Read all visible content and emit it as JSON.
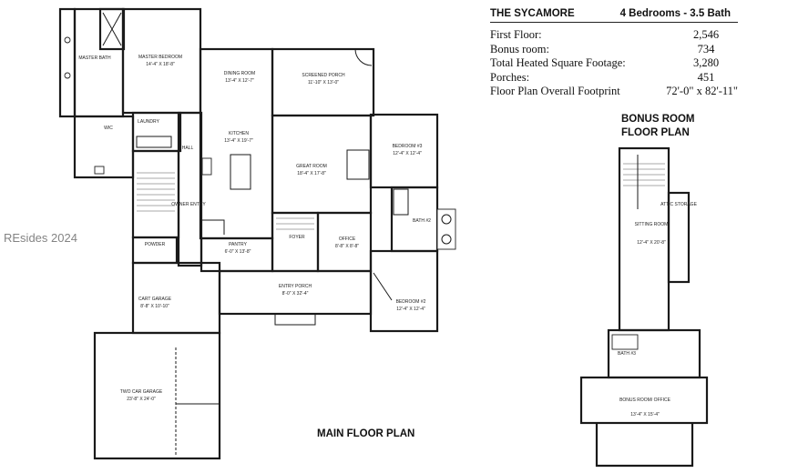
{
  "title_block": {
    "name": "THE SYCAMORE",
    "beds_baths": "4 Bedrooms  -  3.5 Bath",
    "rows": [
      {
        "label": "First Floor:",
        "value": "2,546"
      },
      {
        "label": "Bonus room:",
        "value": "734"
      },
      {
        "label": "Total Heated Square Footage:",
        "value": "3,280"
      },
      {
        "label": "Porches:",
        "value": "451"
      },
      {
        "label": "Floor Plan Overall Footprint",
        "value": "72'-0\" x 82'-11\""
      }
    ]
  },
  "plan_titles": {
    "bonus_line1": "BONUS ROOM",
    "bonus_line2": "FLOOR PLAN",
    "main": "MAIN FLOOR PLAN"
  },
  "watermark": "REsides 2024",
  "rooms": {
    "master_bath": "MASTER BATH",
    "master_bedroom": "MASTER BEDROOM",
    "master_bedroom_dim": "14'-4\" X 18'-8\"",
    "wic": "WIC",
    "laundry": "LAUNDRY",
    "hall": "HALL",
    "dining_room": "DINING ROOM",
    "dining_room_dim": "13'-4\" X 12'-7\"",
    "screened_porch": "SCREENED PORCH",
    "screened_porch_dim": "11'-10\" X 13'-0\"",
    "kitchen": "KITCHEN",
    "kitchen_dim": "13'-4\" X 19'-7\"",
    "great_room": "GREAT ROOM",
    "great_room_dim": "18'-4\" X 17'-8\"",
    "bedroom3": "BEDROOM #3",
    "bedroom3_dim": "12'-4\" X 12'-4\"",
    "bath2": "BATH #2",
    "owner_entry": "OWNER ENTRY",
    "powder": "POWDER",
    "pantry": "PANTRY",
    "pantry_dim": "6'-0\" X 13'-8\"",
    "foyer": "FOYER",
    "office": "OFFICE",
    "office_dim": "8'-8\" X 8'-8\"",
    "entry_porch": "ENTRY PORCH",
    "entry_porch_dim": "8'-0\" X 32'-4\"",
    "bedroom2": "BEDROOM #2",
    "bedroom2_dim": "12'-4\" X 12'-4\"",
    "cart_garage": "CART GARAGE",
    "cart_garage_dim": "8'-8\" X 10'-10\"",
    "two_car_garage": "TWO CAR GARAGE",
    "two_car_garage_dim": "23'-8\" X 24'-0\"",
    "sitting_room": "SITTING ROOM",
    "sitting_room_dim": "12'-4\" X 20'-8\"",
    "attic_storage": "ATTIC STORAGE",
    "bath3": "BATH #3",
    "bonus_room": "BONUS ROOM/ OFFICE",
    "bonus_room_dim": "13'-4\" X 15'-4\""
  }
}
